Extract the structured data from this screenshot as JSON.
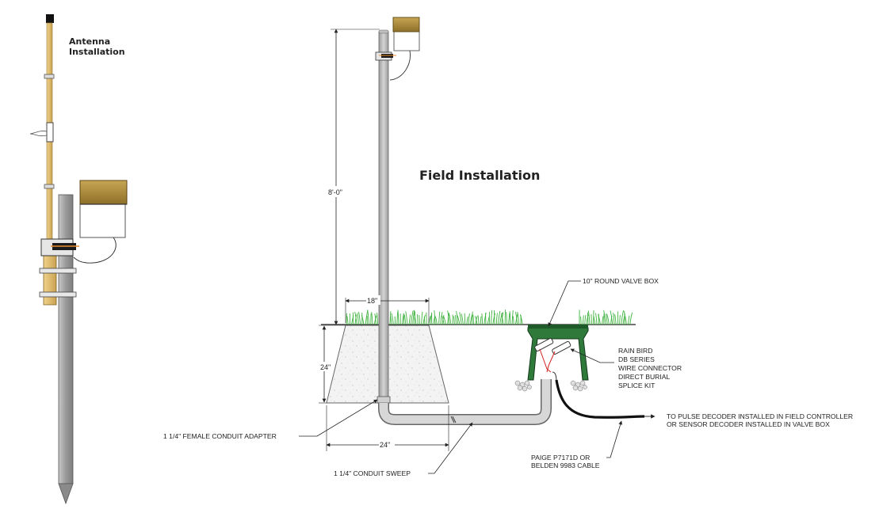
{
  "left_panel": {
    "title_line1": "Antenna",
    "title_line2": "Installation"
  },
  "main": {
    "title": "Field Installation"
  },
  "dimensions": {
    "height": "8'-0\"",
    "top_width": "18\"",
    "depth": "24\"",
    "bottom_width": "24\""
  },
  "callouts": {
    "valve_box": "10\" ROUND VALVE BOX",
    "splice": [
      "RAIN BIRD",
      "DB SERIES",
      "WIRE CONNECTOR",
      "DIRECT BURIAL",
      "SPLICE KIT"
    ],
    "adapter": "1 1/4\" FEMALE CONDUIT ADAPTER",
    "sweep": "1 1/4\" CONDUIT SWEEP",
    "cable": [
      "PAIGE P7171D OR",
      "BELDEN 9983 CABLE"
    ],
    "decoder": [
      "TO PULSE DECODER INSTALLED IN FIELD CONTROLLER",
      "OR SENSOR DECODER INSTALLED IN VALVE BOX"
    ]
  },
  "colors": {
    "controller_lid": "#b08f3c",
    "antenna_wood": "#e2bf73",
    "grass": "#3fb23f",
    "valve_box": "#1f5a2a",
    "pole": "#9a9a9a",
    "conduit": "#b8b8b8",
    "red_wire": "#d81e1e"
  }
}
